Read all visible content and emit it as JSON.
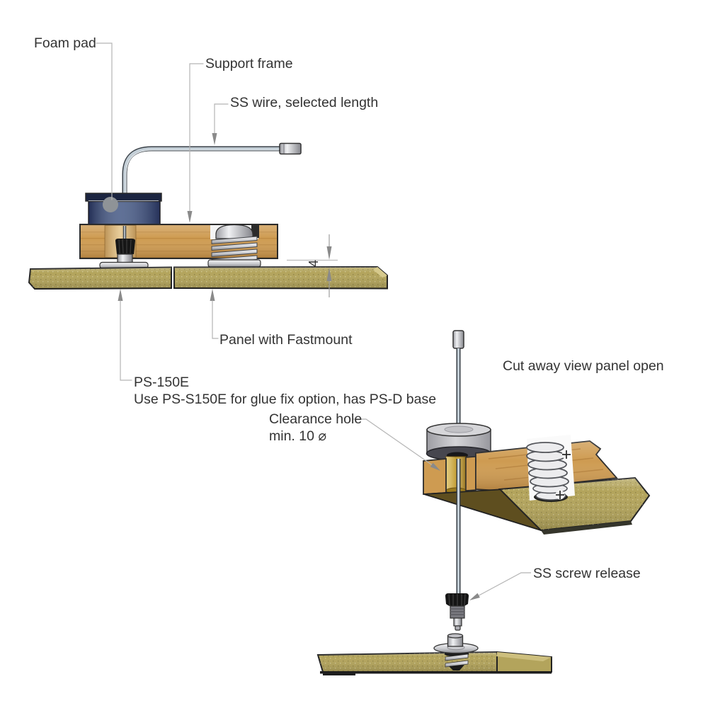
{
  "diagram": {
    "labels": {
      "foam_pad": "Foam pad",
      "support_frame": "Support frame",
      "ss_wire": "SS wire, selected length",
      "panel_with_fastmount": "Panel with Fastmount",
      "product_code": "PS-150E",
      "product_note": "Use PS-S150E for glue fix option, has PS-D base",
      "clearance_hole_line1": "Clearance hole",
      "clearance_hole_line2": "min. 10 ⌀",
      "cutaway_view": "Cut away view panel open",
      "ss_screw_release": "SS screw release",
      "gap_dimension_mm": "4"
    },
    "colors": {
      "wood": "#CE9B51",
      "wood_light": "#E0BC79",
      "wood_dark": "#5E4E1F",
      "panel_olive": "#B3A45C",
      "foam_blue": "#3D5280",
      "foam_blue_dark": "#1B2440",
      "grommet_gray": "#C2C2C6",
      "brass": "#C49F35",
      "steel": "#D9D9DC",
      "wire": "#C3CED6",
      "leader_line": "#B0B0B0",
      "arrowhead": "#8A8A8A",
      "outline": "#2B2B2B",
      "text": "#333333"
    }
  }
}
